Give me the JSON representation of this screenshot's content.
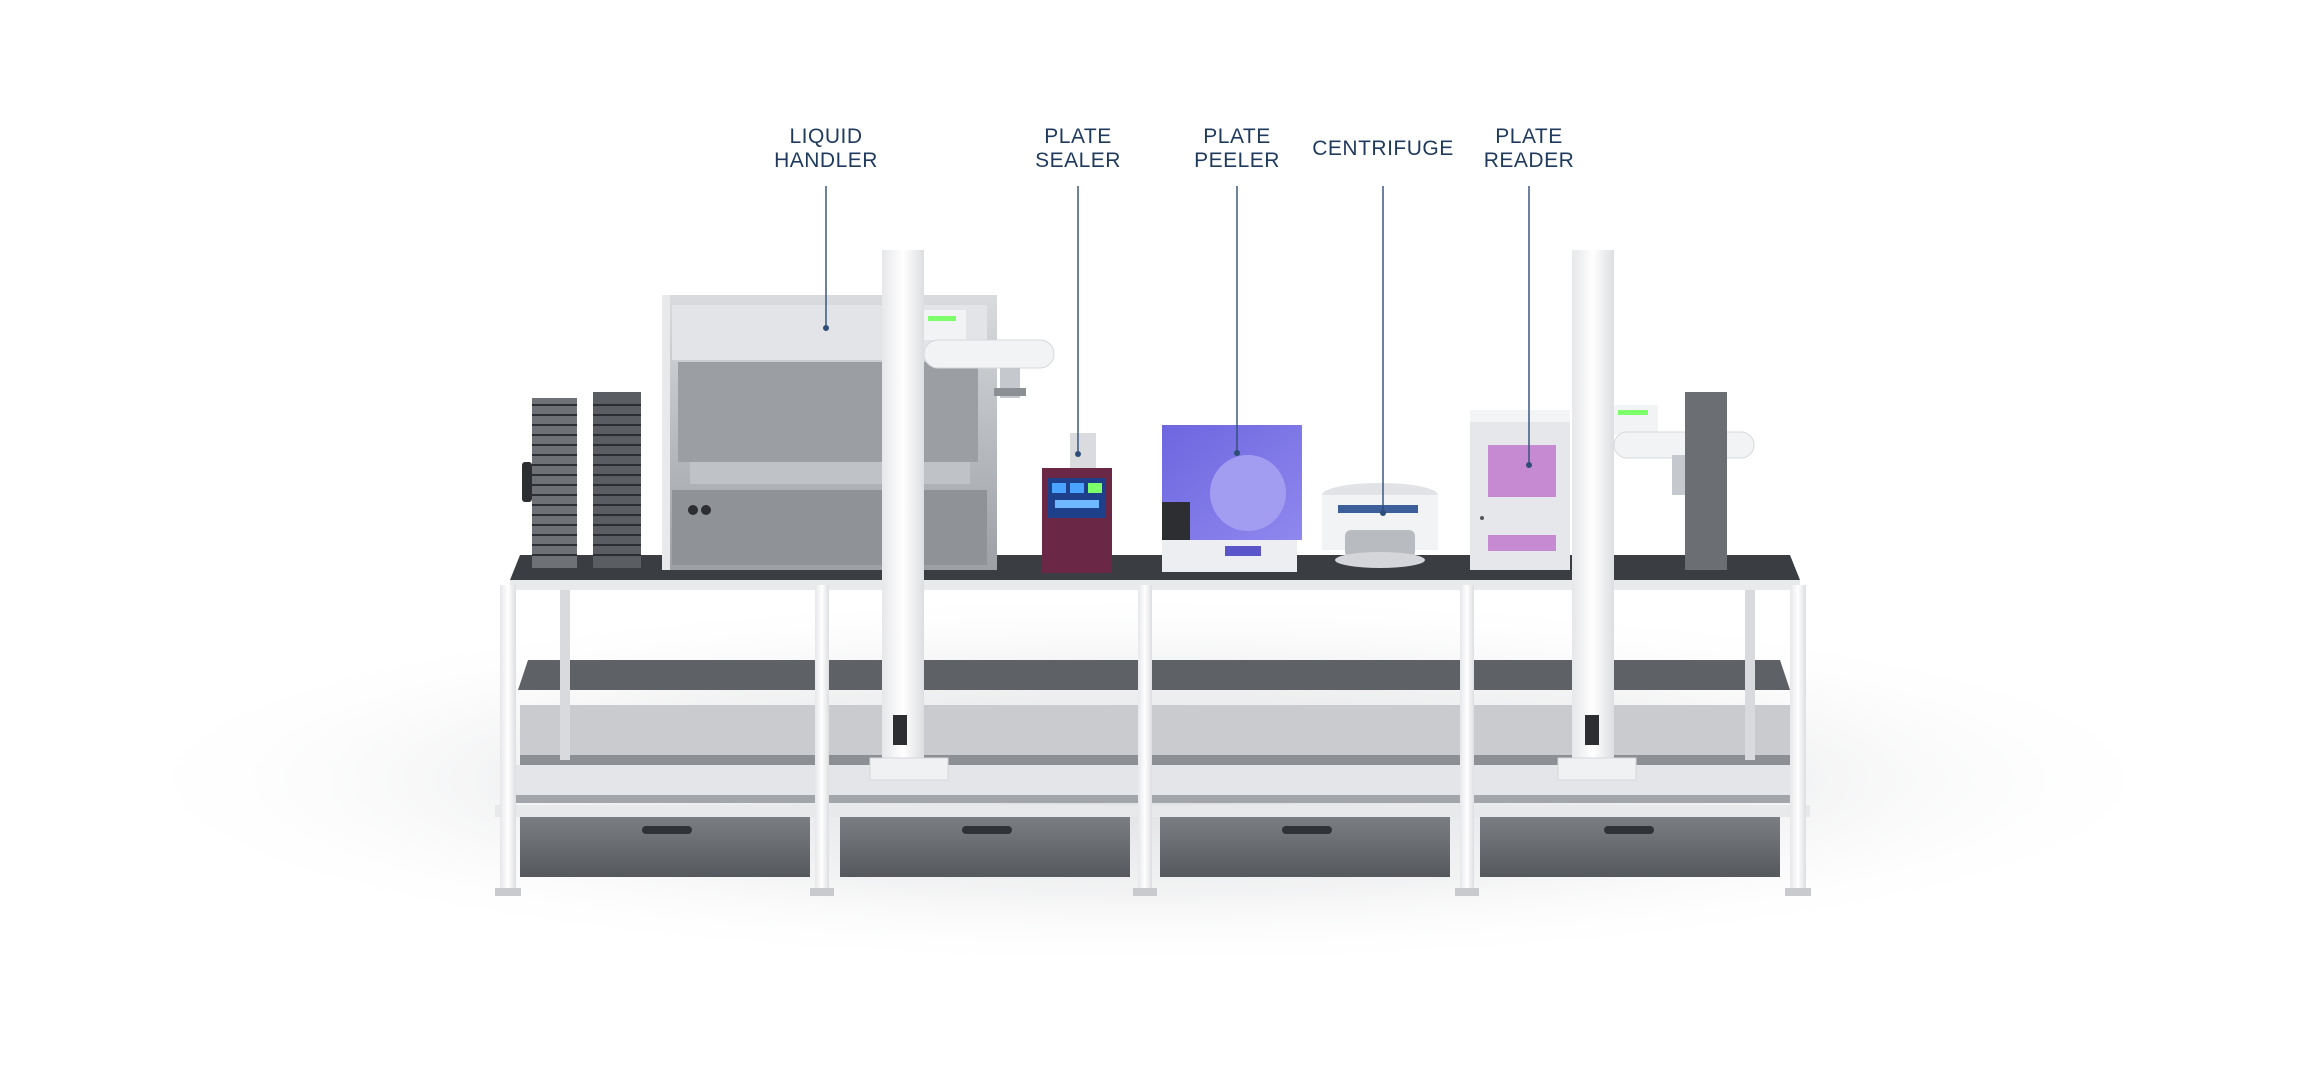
{
  "colors": {
    "label_text": "#1f3a5c",
    "leader_line": "#2e4e78",
    "frame_white": "#f4f5f7",
    "bench_top": "#3a3d42",
    "drawer_grey": "#66696e",
    "plate_peeler_accent": "#7b73e6",
    "plate_reader_accent": "#c68ad2",
    "plate_sealer_body": "#6b2746",
    "status_light": "#7dff6a"
  },
  "callouts": [
    {
      "key": "liquid_handler",
      "lines": [
        "LIQUID",
        "HANDLER"
      ]
    },
    {
      "key": "plate_sealer",
      "lines": [
        "PLATE",
        "SEALER"
      ]
    },
    {
      "key": "plate_peeler",
      "lines": [
        "PLATE",
        "PEELER"
      ]
    },
    {
      "key": "centrifuge",
      "lines": [
        "CENTRIFUGE"
      ]
    },
    {
      "key": "plate_reader",
      "lines": [
        "PLATE",
        "READER"
      ]
    }
  ]
}
